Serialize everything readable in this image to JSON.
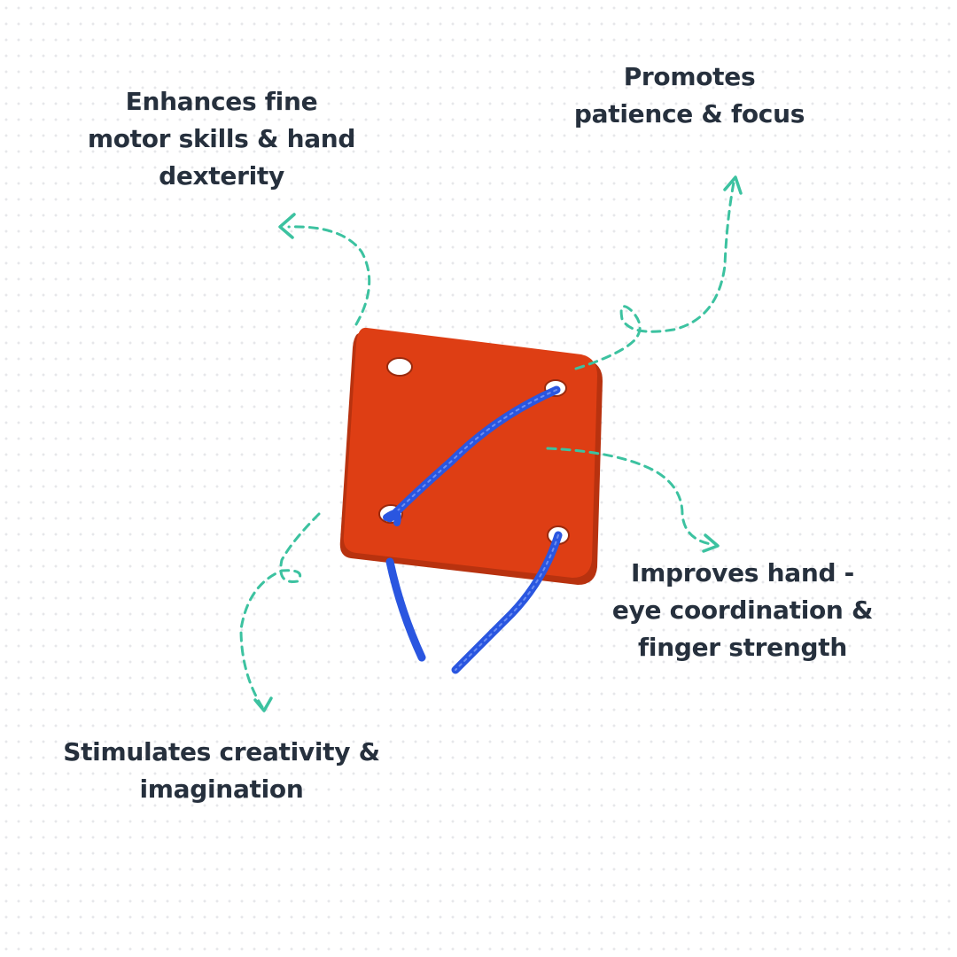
{
  "benefits": [
    {
      "id": "fine-motor",
      "lines": [
        "Enhances fine",
        "motor skills & hand",
        "dexterity"
      ]
    },
    {
      "id": "patience",
      "lines": [
        "Promotes",
        "patience & focus"
      ]
    },
    {
      "id": "coordination",
      "lines": [
        "Improves hand -",
        "eye coordination &",
        "finger strength"
      ]
    },
    {
      "id": "creativity",
      "lines": [
        "Stimulates creativity &",
        "imagination"
      ]
    }
  ],
  "colors": {
    "text": "#26303d",
    "accent_arrow": "#3cc2a0",
    "board": "#de3e14",
    "board_edge": "#b8320f",
    "lace": "#2a56e0",
    "background_dots": "#e6e7ea"
  },
  "icons": [
    "dashed-curved-arrow-icon",
    "lacing-board-illustration"
  ]
}
